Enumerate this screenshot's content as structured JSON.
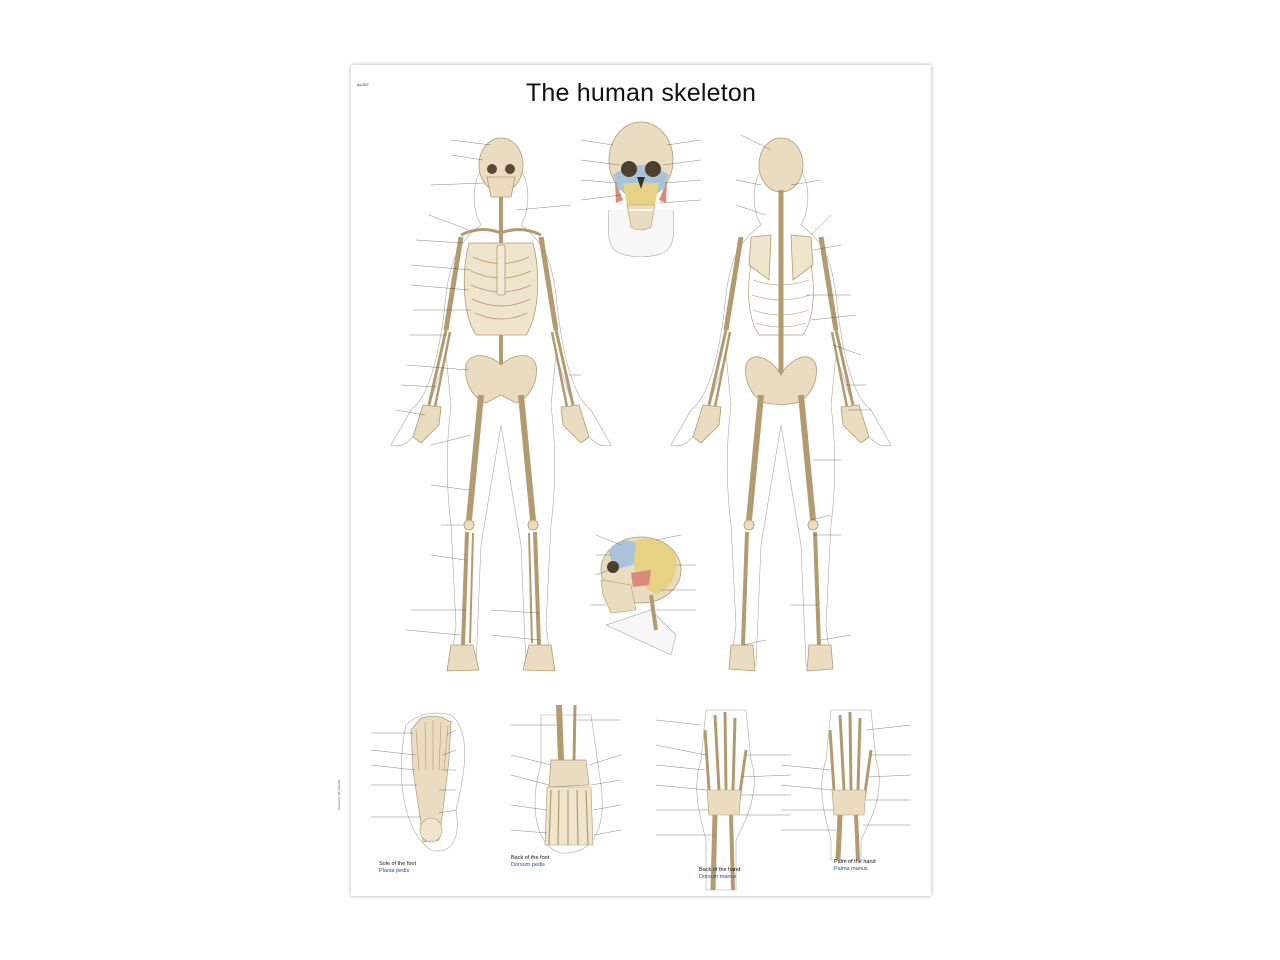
{
  "poster": {
    "title": "The human skeleton",
    "code": "AL202",
    "vertical_note": "Printed by 3B Scientific"
  },
  "captions": [
    {
      "en": "Sole of the foot",
      "la": "Planta pedis"
    },
    {
      "en": "Back of the foot",
      "la": "Dorsum pedis"
    },
    {
      "en": "Back of the hand",
      "la": "Dorsum manus"
    },
    {
      "en": "Palm of the hand",
      "la": "Palma manus"
    }
  ],
  "colors": {
    "bone": "#e9dcc0",
    "bone_stroke": "#b39a6f",
    "skin_outline": "#9a9a9a",
    "label_blue": "#1f4e9c",
    "skull_yellow": "#e6d184",
    "skull_blue": "#a9c3d8",
    "skull_red": "#d98a7a"
  }
}
